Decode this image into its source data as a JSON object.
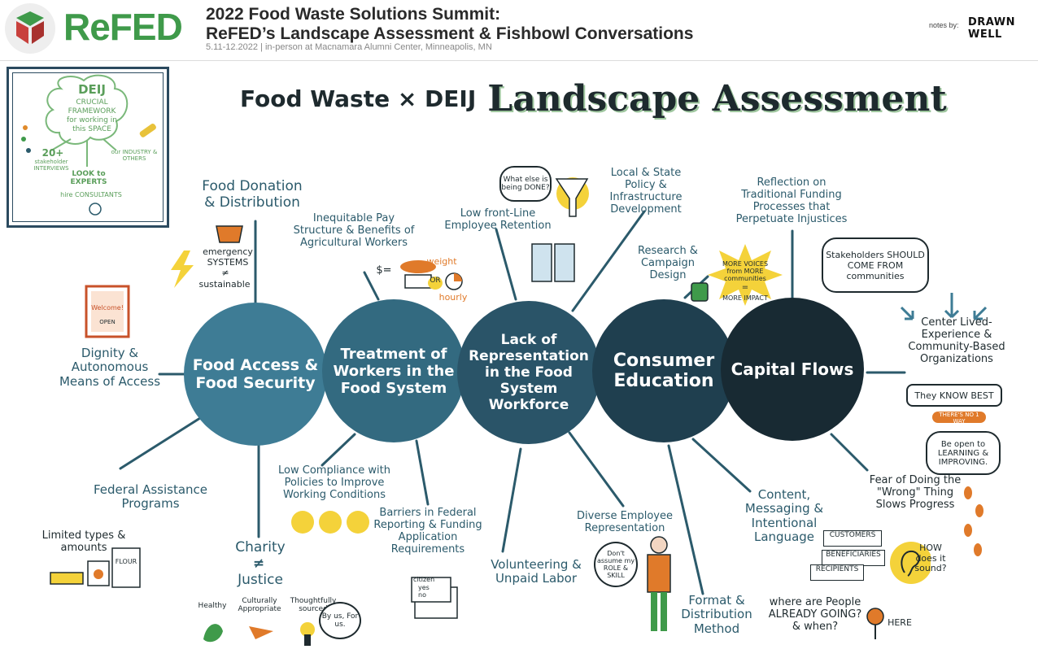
{
  "header": {
    "logo": "ReFED",
    "title_line1": "2022 Food Waste Solutions Summit:",
    "title_line2": "ReFED’s Landscape Assessment & Fishbowl Conversations",
    "subtitle": "5.11-12.2022 | in-person at Macnamara Alumni Center, Minneapolis, MN",
    "notes_by": "notes by:",
    "artist": "DRAWN WELL"
  },
  "inset": {
    "title": "DEIJ",
    "cloud_lines": [
      "CRUCIAL",
      "FRAMEWORK",
      "for working in",
      "this SPACE"
    ],
    "interviews": "20+",
    "interviews_label": "stakeholder INTERVIEWS",
    "industry": "our INDUSTRY & OTHERS",
    "look_to": "LOOK to EXPERTS",
    "hire": "hire CONSULTANTS"
  },
  "title": {
    "left": "Food Waste × DEIJ",
    "right": "Landscape Assessment"
  },
  "circles": [
    {
      "label": "Food Access & Food Security",
      "color": "#3e7c95"
    },
    {
      "label": "Treatment of Workers in the Food System",
      "color": "#336a80"
    },
    {
      "label": "Lack of Representation in the Food System Workforce",
      "color": "#2a5468"
    },
    {
      "label": "Consumer Education",
      "color": "#1f3f4f"
    },
    {
      "label": "Capital Flows",
      "color": "#182a33"
    }
  ],
  "branches": {
    "food_donation": "Food Donation & Distribution",
    "emergency": "emergency SYSTEMS",
    "neq": "≠",
    "sustainable": "sustainable",
    "dignity": "Dignity & Autonomous Means of Access",
    "welcome": "Welcome!",
    "open": "OPEN",
    "federal_assistance": "Federal Assistance Programs",
    "limited": "Limited types & amounts",
    "flour": "FLOUR",
    "charity": "Charity",
    "justice": "Justice",
    "healthy": "Healthy",
    "culturally": "Culturally Appropriate",
    "thoughtfully": "Thoughtfully sourced",
    "by_us": "By us, For us.",
    "inequitable": "Inequitable Pay Structure & Benefits of Agricultural Workers",
    "weight": "weight",
    "or": "OR",
    "hourly": "hourly",
    "dollar": "$=",
    "low_compliance": "Low Compliance with Policies to Improve Working Conditions",
    "barriers": "Barriers in Federal Reporting & Funding Application Requirements",
    "citizen": "citizen",
    "yes": "yes",
    "no": "no",
    "what_else": "What else is being DONE?",
    "local_state": "Local & State Policy & Infrastructure Development",
    "low_frontline": "Low front-Line Employee Retention",
    "volunteering": "Volunteering & Unpaid Labor",
    "diverse": "Diverse Employee Representation",
    "dont_assume": "Don't assume my ROLE & SKILL",
    "research": "Research & Campaign Design",
    "more_voices": "MORE VOICES from MORE communities",
    "equals": "=",
    "more_impact": "MORE IMPACT",
    "content": "Content, Messaging & Intentional Language",
    "format": "Format & Distribution Method",
    "where_people": "where are People ALREADY GOING? & when?",
    "here": "HERE",
    "reflection": "Reflection on Traditional Funding Processes that Perpetuate Injustices",
    "stakeholders": "Stakeholders SHOULD COME FROM communities",
    "center": "Center Lived-Experience & Community-Based Organizations",
    "they_know": "They KNOW BEST",
    "theres_no": "THERE'S NO 1 WAY",
    "be_open": "Be open to LEARNING & IMPROVING.",
    "fear": "Fear of Doing the \"Wrong\" Thing Slows Progress",
    "customers": "CUSTOMERS",
    "beneficiaries": "BENEFICIARIES",
    "recipients": "RECIPIENTS",
    "how_sound": "HOW does it sound?"
  }
}
